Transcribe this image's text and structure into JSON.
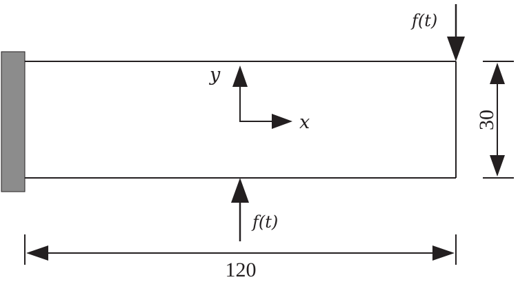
{
  "diagram": {
    "labels": {
      "force_top": "f(t)",
      "force_bottom": "f(t)",
      "axis_x": "x",
      "axis_y": "y",
      "dim_length": "120",
      "dim_height": "30"
    },
    "colors": {
      "line": "#231f20",
      "wall_fill": "#8c8c8c",
      "background": "#ffffff"
    }
  }
}
